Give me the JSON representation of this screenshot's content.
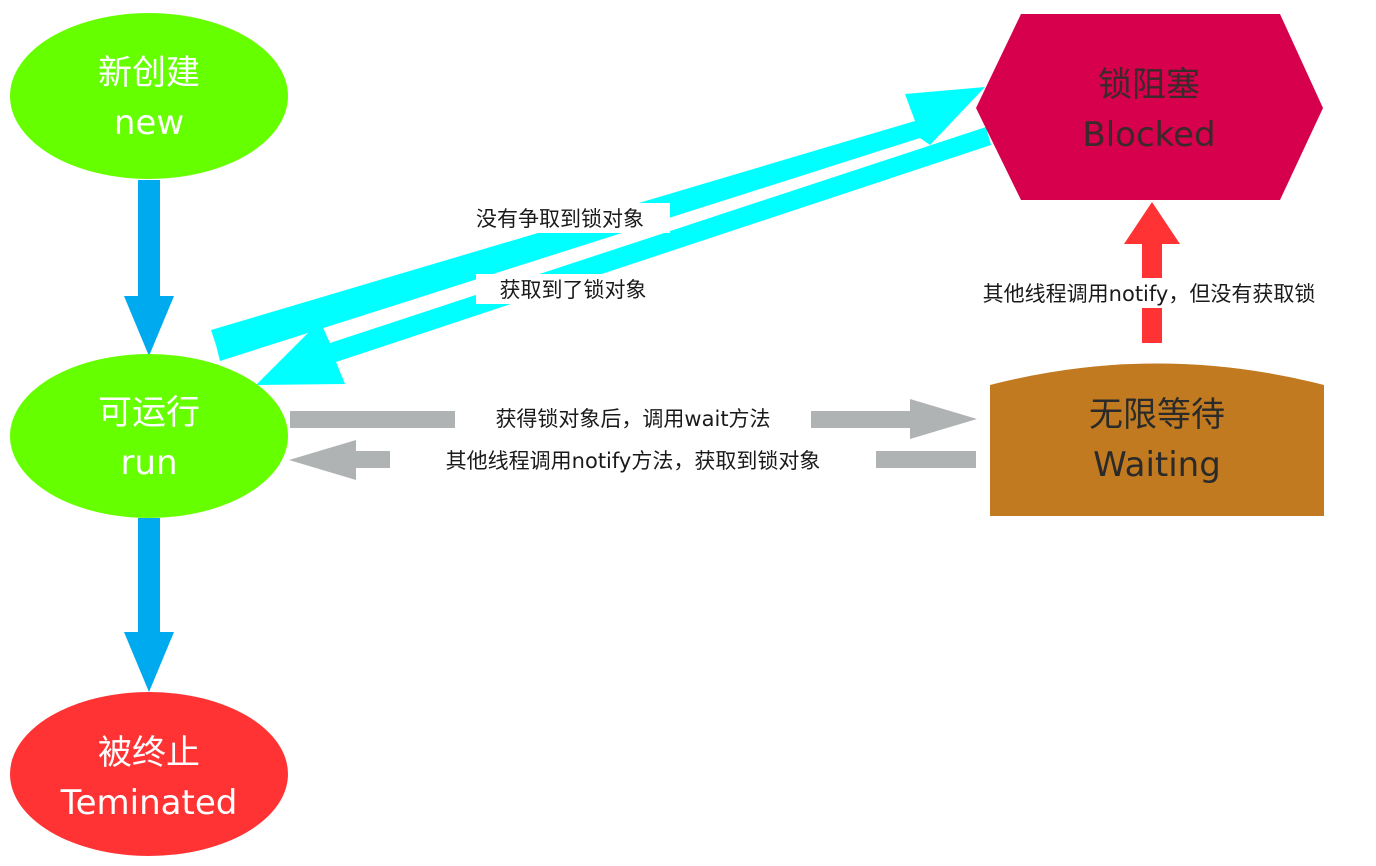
{
  "states": {
    "new": {
      "line1": "新创建",
      "line2": "new",
      "fill": "#66FF00",
      "text_color": "#ffffff"
    },
    "run": {
      "line1": "可运行",
      "line2": "run",
      "fill": "#66FF00",
      "text_color": "#ffffff"
    },
    "terminated": {
      "line1": "被终止",
      "line2": "Teminated",
      "fill": "#FF3333",
      "text_color": "#ffffff"
    },
    "blocked": {
      "line1": "锁阻塞",
      "line2": "Blocked",
      "fill": "#D6004C",
      "text_color": "#3a2a2a"
    },
    "waiting": {
      "line1": "无限等待",
      "line2": "Waiting",
      "fill": "#C17A1F",
      "text_color": "#2a2a2a"
    }
  },
  "transitions": {
    "run_to_blocked": "没有争取到锁对象",
    "blocked_to_run": "获取到了锁对象",
    "waiting_to_blocked": "其他线程调用notify，但没有获取锁",
    "run_to_waiting": "获得锁对象后，调用wait方法",
    "waiting_to_run": "其他线程调用notify方法，获取到锁对象"
  },
  "colors": {
    "blue_arrow": "#00AAEE",
    "cyan_arrow": "#00FFFF",
    "gray_arrow": "#B0B3B3",
    "red_arrow": "#FF3333"
  }
}
